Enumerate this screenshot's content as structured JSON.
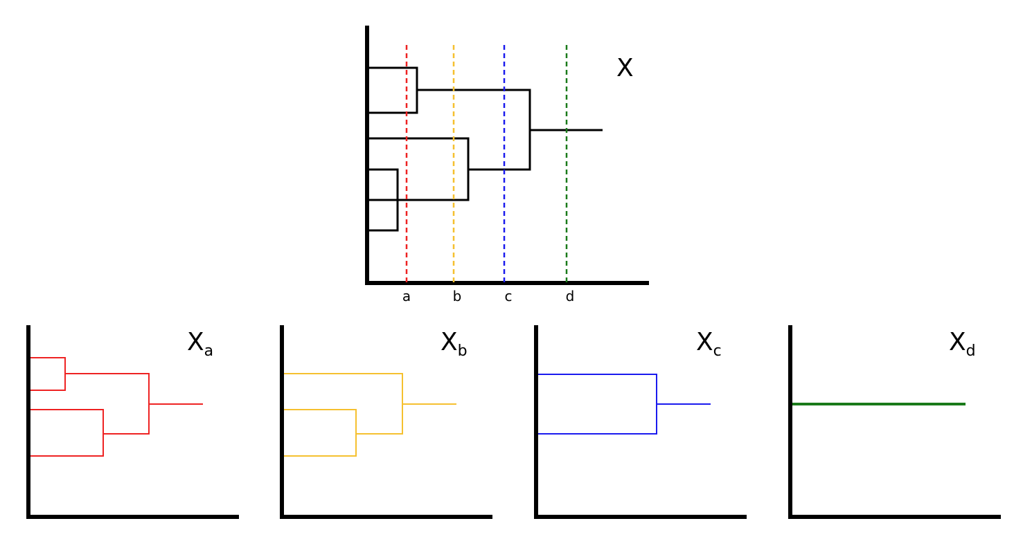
{
  "main": {
    "title": "X",
    "cuts": [
      {
        "label": "a",
        "color": "#ee2222"
      },
      {
        "label": "b",
        "color": "#f5c02f"
      },
      {
        "label": "c",
        "color": "#1a1aee"
      },
      {
        "label": "d",
        "color": "#1a7a1a"
      }
    ]
  },
  "panels": [
    {
      "title_base": "X",
      "title_sub": "a",
      "color": "#ee2222"
    },
    {
      "title_base": "X",
      "title_sub": "b",
      "color": "#f5c02f"
    },
    {
      "title_base": "X",
      "title_sub": "c",
      "color": "#1a1aee"
    },
    {
      "title_base": "X",
      "title_sub": "d",
      "color": "#1a7a1a"
    }
  ]
}
